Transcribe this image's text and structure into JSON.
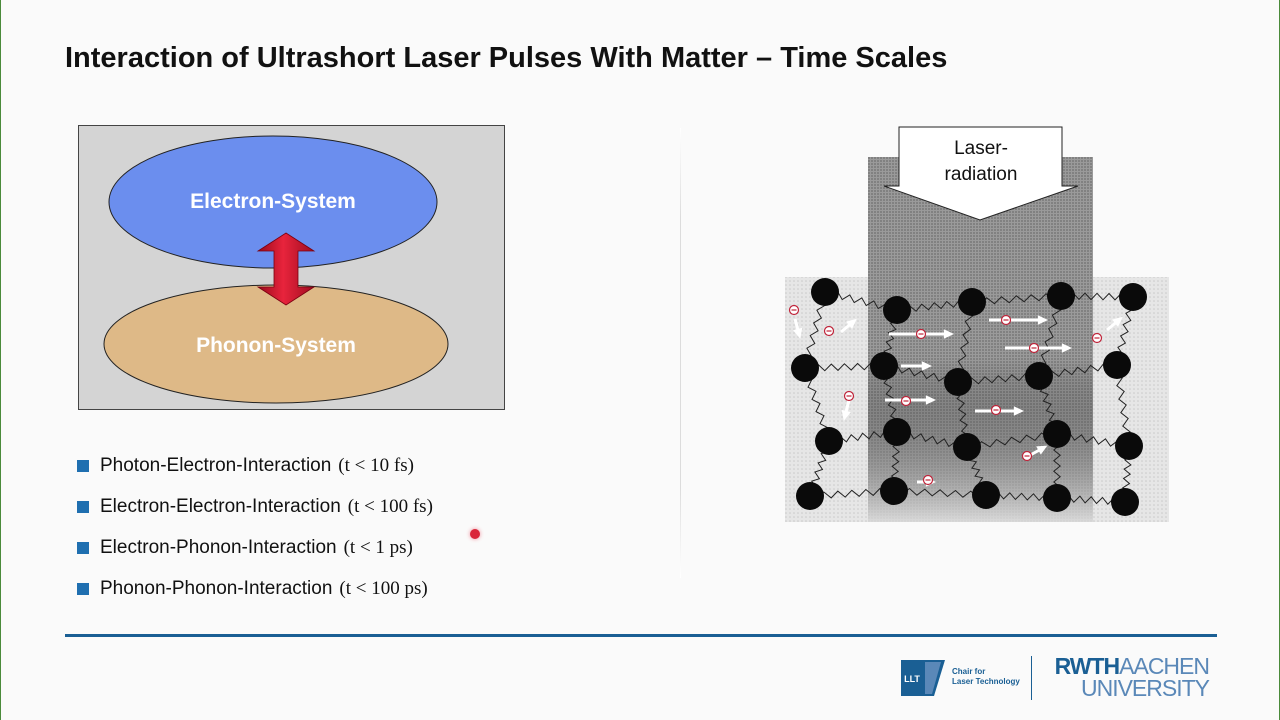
{
  "slide": {
    "title": "Interaction of Ultrashort Laser Pulses With Matter – Time Scales"
  },
  "diagram": {
    "upper_label": "Electron-System",
    "lower_label": "Phonon-System",
    "colors": {
      "electron": "#6b8eee",
      "phonon": "#deb987",
      "arrow": "#d9132c",
      "background": "#d4d4d4"
    }
  },
  "interactions": [
    {
      "label": "Photon-Electron-Interaction",
      "formula": "(t < 10 fs)"
    },
    {
      "label": "Electron-Electron-Interaction",
      "formula": "(t < 100 fs)"
    },
    {
      "label": "Electron-Phonon-Interaction",
      "formula": "(t < 1 ps)"
    },
    {
      "label": "Phonon-Phonon-Interaction",
      "formula": "(t < 100 ps)"
    }
  ],
  "lattice": {
    "laser_line1": "Laser-",
    "laser_line2": "radiation",
    "electron_symbol": "⊖"
  },
  "footer": {
    "llt_abbr": "LLT",
    "llt_line1": "Chair for",
    "llt_line2": "Laser Technology",
    "rwth_bold": "RWTH",
    "rwth_thin": "AACHEN",
    "rwth_line2": "UNIVERSITY",
    "accent_color": "#1a5f94"
  }
}
